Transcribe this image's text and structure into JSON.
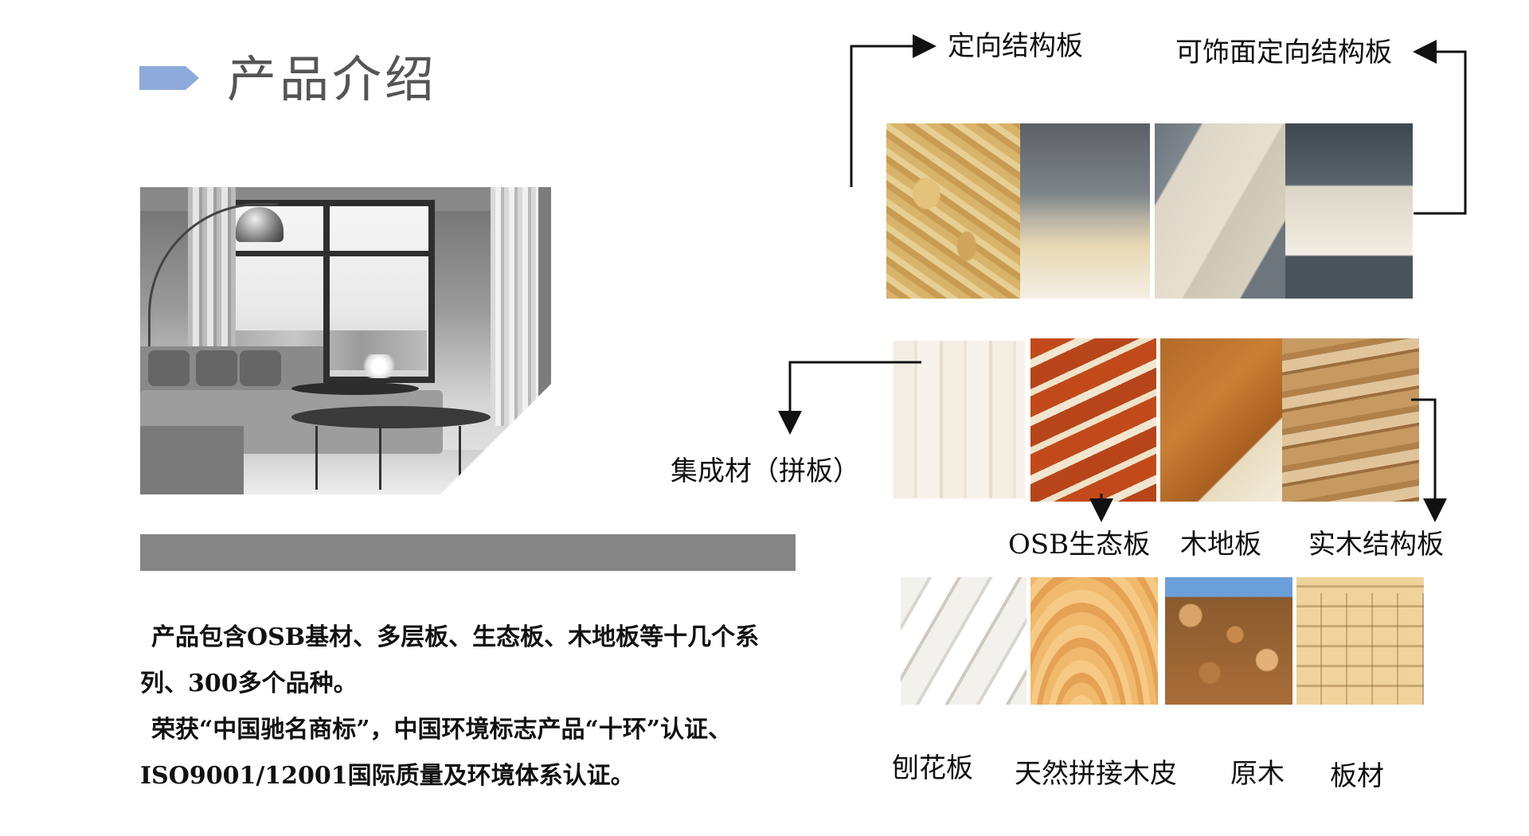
{
  "title": "产品介绍",
  "colors": {
    "marker": "#8eaadb",
    "bar": "#848484",
    "title_text": "#555555"
  },
  "description": {
    "paragraph1": "产品包含OSB基材、多层板、生态板、木地板等十几个系列、300多个品种。",
    "paragraph2": "荣获“中国驰名商标”，中国环境标志产品“十环”认证、ISO9001/12001国际质量及环境体系认证。"
  },
  "products": {
    "osb": "定向结构板",
    "finish_osb": "可饰面定向结构板",
    "finger_joint": "集成材（拼板）",
    "eco_board": "OSB生态板",
    "wood_floor": "木地板",
    "solid_structure": "实木结构板",
    "particle_board": "刨花板",
    "veneer": "天然拼接木皮",
    "log": "原木",
    "lumber": "板材"
  }
}
